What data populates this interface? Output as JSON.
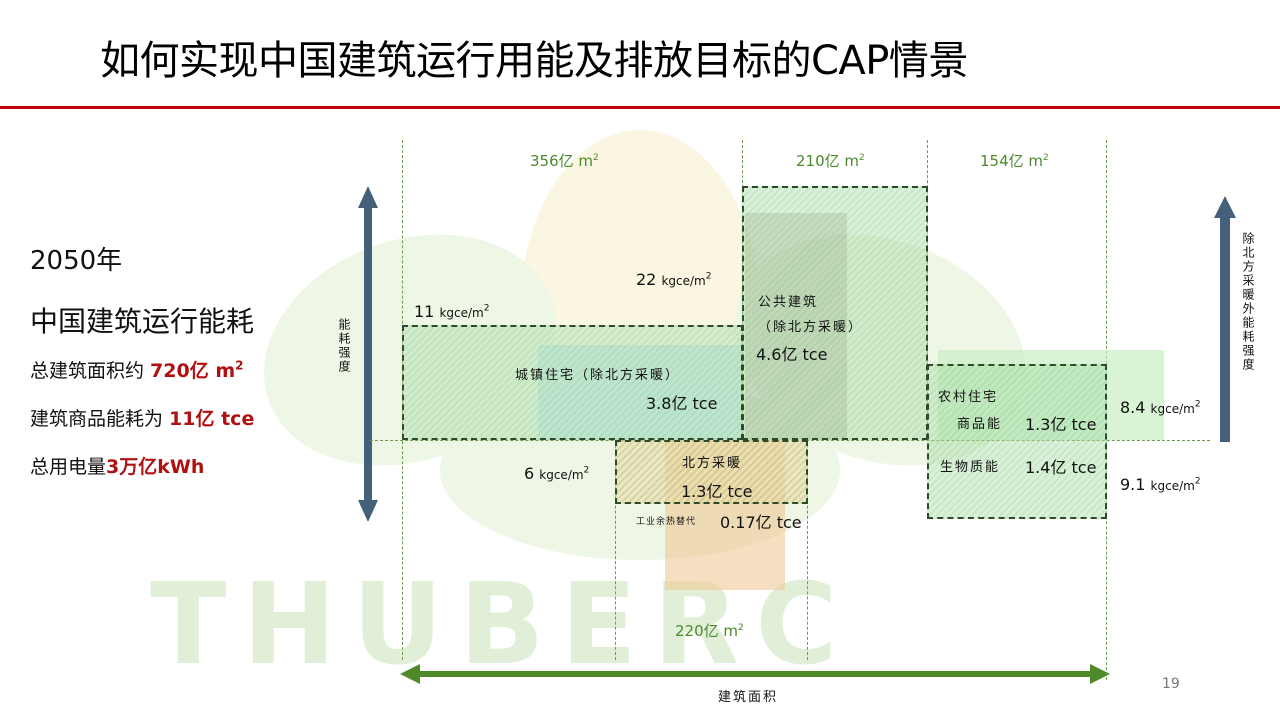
{
  "slide": {
    "title": "如何实现中国建筑运行用能及排放目标的CAP情景",
    "page_number": "19",
    "watermark": "THUBERC"
  },
  "left_panel": {
    "year": "2050年",
    "heading": "中国建筑运行能耗",
    "line1_prefix": "总建筑面积约 ",
    "line1_value": "720亿 m",
    "line1_sup": "2",
    "line2_prefix": "建筑商品能耗为 ",
    "line2_value": "11亿 tce",
    "line3_prefix": "总用电量",
    "line3_value": "3万亿kWh"
  },
  "axes": {
    "y_left_label": "能耗强度",
    "y_right_label": "除北方采暖外能耗强度",
    "x_label": "建筑面积"
  },
  "chart_data": {
    "type": "variable-width-bar",
    "area_unit_sup": "2",
    "segments": [
      {
        "key": "urban_residential",
        "area_label": "356亿 m",
        "intensity_label": "11 ",
        "intensity_unit": "kgce/m",
        "name": "城镇住宅（除北方采暖）",
        "total": "3.8亿 tce"
      },
      {
        "key": "public_building",
        "area_label": "210亿 m",
        "intensity_label": "22 ",
        "intensity_unit": "kgce/m",
        "name_line1": "公共建筑",
        "name_line2": "（除北方采暖）",
        "total": "4.6亿 tce"
      },
      {
        "key": "rural_residential",
        "area_label": "154亿 m",
        "name": "农村住宅",
        "commercial_label": "商品能",
        "commercial_total": "1.3亿 tce",
        "commercial_intensity": "8.4 ",
        "biomass_label": "生物质能",
        "biomass_total": "1.4亿 tce",
        "biomass_intensity": "9.1 ",
        "intensity_unit": "kgce/m"
      },
      {
        "key": "northern_heating",
        "area_label": "220亿 m",
        "intensity_label": "6 ",
        "intensity_unit": "kgce/m",
        "name": "北方采暖",
        "total": "1.3亿 tce",
        "waste_heat_label": "工业余热替代",
        "waste_heat_total": "0.17亿 tce"
      }
    ]
  },
  "colors": {
    "title_rule": "#c0000a",
    "axis_arrow": "#44607a",
    "area_arrow": "#4f8a2a",
    "highlight_red": "#b01010"
  }
}
